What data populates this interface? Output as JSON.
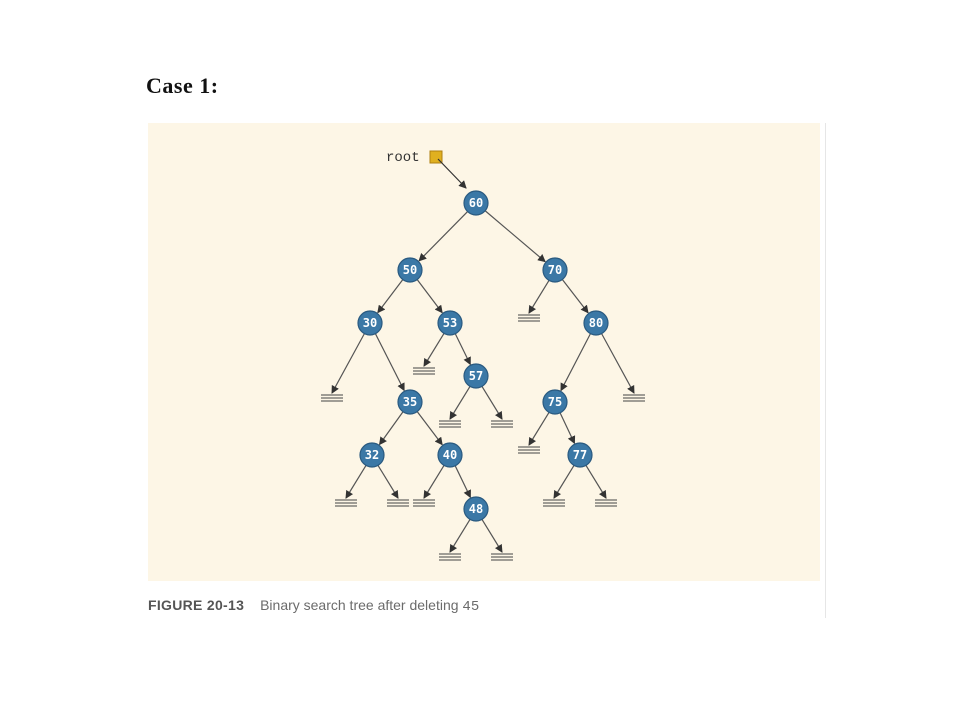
{
  "heading": "Case 1:",
  "diagram": {
    "root_label": "root",
    "colors": {
      "background": "#fdf6e6",
      "node_fill": "#3b78a6",
      "node_stroke": "#2a5a80",
      "edge": "#555555",
      "root_pointer": "#e0b020"
    },
    "nodes": [
      {
        "id": "n60",
        "value": "60",
        "parent": null
      },
      {
        "id": "n50",
        "value": "50",
        "parent": "n60",
        "side": "left"
      },
      {
        "id": "n70",
        "value": "70",
        "parent": "n60",
        "side": "right"
      },
      {
        "id": "n30",
        "value": "30",
        "parent": "n50",
        "side": "left"
      },
      {
        "id": "n53",
        "value": "53",
        "parent": "n50",
        "side": "right"
      },
      {
        "id": "n80",
        "value": "80",
        "parent": "n70",
        "side": "right"
      },
      {
        "id": "n57",
        "value": "57",
        "parent": "n53",
        "side": "right"
      },
      {
        "id": "n35",
        "value": "35",
        "parent": "n30",
        "side": "right"
      },
      {
        "id": "n75",
        "value": "75",
        "parent": "n80",
        "side": "left"
      },
      {
        "id": "n32",
        "value": "32",
        "parent": "n35",
        "side": "left"
      },
      {
        "id": "n40",
        "value": "40",
        "parent": "n35",
        "side": "right"
      },
      {
        "id": "n77",
        "value": "77",
        "parent": "n75",
        "side": "right"
      },
      {
        "id": "n48",
        "value": "48",
        "parent": "n40",
        "side": "right"
      }
    ],
    "null_links": [
      {
        "parent": "n70",
        "side": "left"
      },
      {
        "parent": "n30",
        "side": "left"
      },
      {
        "parent": "n53",
        "side": "left"
      },
      {
        "parent": "n80",
        "side": "right"
      },
      {
        "parent": "n57",
        "side": "left"
      },
      {
        "parent": "n57",
        "side": "right"
      },
      {
        "parent": "n75",
        "side": "left"
      },
      {
        "parent": "n32",
        "side": "left"
      },
      {
        "parent": "n32",
        "side": "right"
      },
      {
        "parent": "n40",
        "side": "left"
      },
      {
        "parent": "n77",
        "side": "left"
      },
      {
        "parent": "n77",
        "side": "right"
      },
      {
        "parent": "n48",
        "side": "left"
      },
      {
        "parent": "n48",
        "side": "right"
      }
    ]
  },
  "caption": {
    "figure_number": "FIGURE 20-13",
    "text": "Binary search tree after deleting",
    "value": "45"
  }
}
